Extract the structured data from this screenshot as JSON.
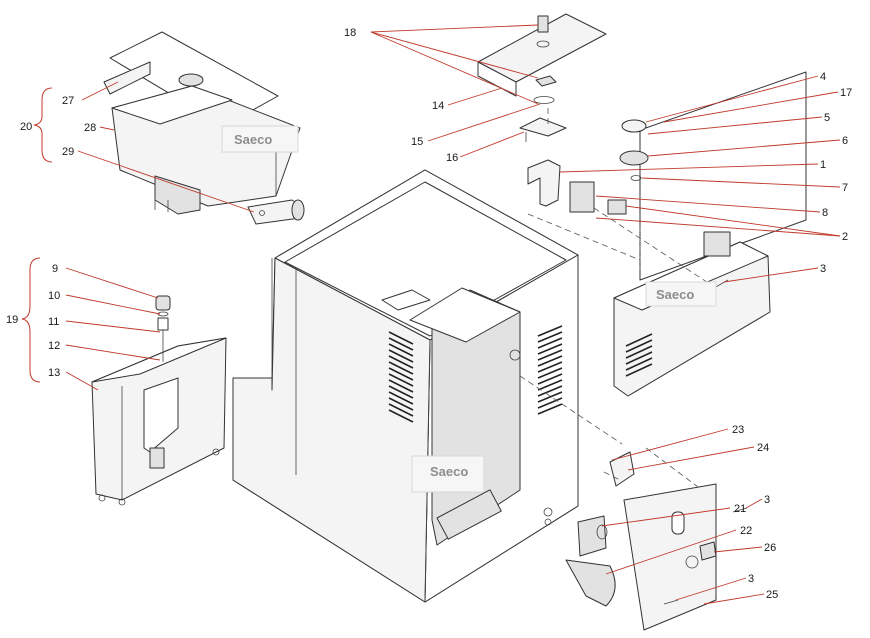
{
  "watermark": "Saeco",
  "colors": {
    "leader": "#c0392b",
    "outline": "#333333",
    "label": "#1a1a1a"
  },
  "callouts": [
    {
      "id": "c18",
      "text": "18"
    },
    {
      "id": "c27",
      "text": "27"
    },
    {
      "id": "c20",
      "text": "20"
    },
    {
      "id": "c28",
      "text": "28"
    },
    {
      "id": "c29",
      "text": "29"
    },
    {
      "id": "c14",
      "text": "14"
    },
    {
      "id": "c15",
      "text": "15"
    },
    {
      "id": "c16",
      "text": "16"
    },
    {
      "id": "c4",
      "text": "4"
    },
    {
      "id": "c17",
      "text": "17"
    },
    {
      "id": "c5",
      "text": "5"
    },
    {
      "id": "c6",
      "text": "6"
    },
    {
      "id": "c1",
      "text": "1"
    },
    {
      "id": "c7",
      "text": "7"
    },
    {
      "id": "c8",
      "text": "8"
    },
    {
      "id": "c2",
      "text": "2"
    },
    {
      "id": "c3a",
      "text": "3"
    },
    {
      "id": "c9",
      "text": "9"
    },
    {
      "id": "c10",
      "text": "10"
    },
    {
      "id": "c19",
      "text": "19"
    },
    {
      "id": "c11",
      "text": "11"
    },
    {
      "id": "c12",
      "text": "12"
    },
    {
      "id": "c13",
      "text": "13"
    },
    {
      "id": "c23",
      "text": "23"
    },
    {
      "id": "c24",
      "text": "24"
    },
    {
      "id": "c3b",
      "text": "3"
    },
    {
      "id": "c21",
      "text": "21"
    },
    {
      "id": "c22",
      "text": "22"
    },
    {
      "id": "c26",
      "text": "26"
    },
    {
      "id": "c3c",
      "text": "3"
    },
    {
      "id": "c25",
      "text": "25"
    }
  ]
}
